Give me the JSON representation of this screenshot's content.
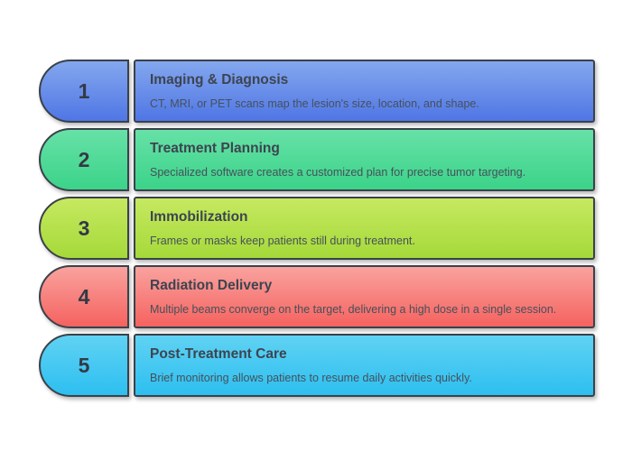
{
  "diagram": {
    "kind": "process-steps-infographic",
    "background_color": "#ffffff",
    "border_color": "#3a4149",
    "title_color": "#3d4450",
    "description_color": "#46505a",
    "number_color": "#323a45",
    "steps": [
      {
        "number": "1",
        "title": "Imaging & Diagnosis",
        "description": "CT, MRI, or PET scans map the lesion's size, location, and shape.",
        "color_top": "#84a7ee",
        "color_bottom": "#4f76e5"
      },
      {
        "number": "2",
        "title": "Treatment Planning",
        "description": "Specialized software creates a customized plan for precise tumor targeting.",
        "color_top": "#67e1a7",
        "color_bottom": "#3bd389"
      },
      {
        "number": "3",
        "title": "Immobilization",
        "description": "Frames or masks keep patients still during treatment.",
        "color_top": "#c6e960",
        "color_bottom": "#a5d93a"
      },
      {
        "number": "4",
        "title": "Radiation Delivery",
        "description": "Multiple beams converge on the target, delivering a high dose in a single session.",
        "color_top": "#f9a29e",
        "color_bottom": "#f5625f"
      },
      {
        "number": "5",
        "title": "Post-Treatment Care",
        "description": "Brief monitoring allows patients to resume daily activities quickly.",
        "color_top": "#60d2f3",
        "color_bottom": "#2dbff0"
      }
    ]
  }
}
